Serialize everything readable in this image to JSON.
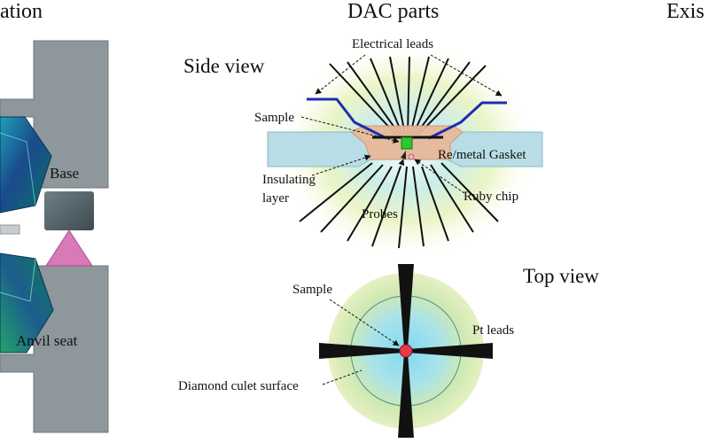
{
  "headers": {
    "left": "ration",
    "center": "DAC parts",
    "right": "Exis"
  },
  "left_panel": {
    "base": "Base",
    "anvil_seat": "Anvil seat"
  },
  "side_view": {
    "title": "Side view",
    "electrical_leads": "Electrical leads",
    "sample": "Sample",
    "insulating_line1": "Insulating",
    "insulating_line2": "layer",
    "probes": "Probes",
    "gasket": "Re/metal Gasket",
    "ruby_chip": "Ruby chip"
  },
  "top_view": {
    "title": "Top view",
    "sample": "Sample",
    "pt_leads": "Pt leads",
    "culet_surface": "Diamond culet surface"
  },
  "colors": {
    "lead_blue": "#1a2fb0",
    "gasket_blue": "#b9dde6",
    "insulating_tan": "#e8b99a",
    "sample_green": "#2ec72e",
    "seat_pink": "#d77ab7",
    "sample_red": "#e83a4a"
  }
}
